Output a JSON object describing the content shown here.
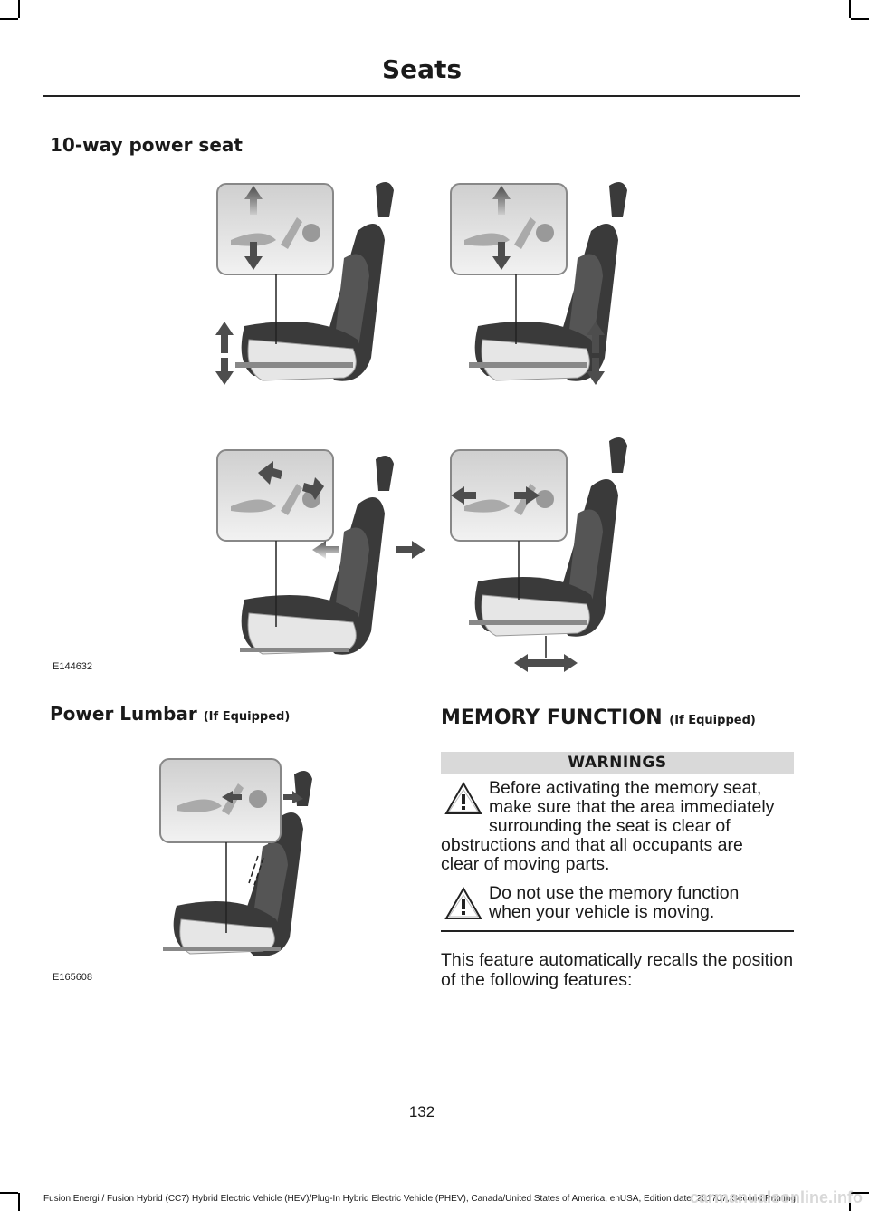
{
  "header": {
    "title": "Seats"
  },
  "section_power_seat": {
    "heading": "10-way power seat"
  },
  "figure_1": {
    "id": "E144632"
  },
  "section_lumbar": {
    "heading": "Power Lumbar",
    "qualifier": "(If Equipped)"
  },
  "figure_2": {
    "id": "E165608"
  },
  "section_memory": {
    "heading": "MEMORY FUNCTION",
    "qualifier": "(If Equipped)"
  },
  "warnings": {
    "label": "WARNINGS",
    "items": [
      {
        "lines": [
          "Before activating the memory seat,",
          "make sure that the area immediately",
          "surrounding the seat is clear of",
          "obstructions and that all occupants are",
          "clear of moving parts."
        ]
      },
      {
        "lines": [
          "Do not use the memory function",
          "when your vehicle is moving."
        ]
      }
    ]
  },
  "body": {
    "text": "This feature automatically recalls the position of the following features:"
  },
  "page_number": "132",
  "footer": {
    "text": "Fusion Energi / Fusion Hybrid (CC7) Hybrid Electric Vehicle (HEV)/Plug-In Hybrid Electric Vehicle (PHEV), Canada/United States of America, enUSA, Edition date: 201707, Second Printing"
  },
  "watermark": "carmanualsonline.info",
  "colors": {
    "seat_dark": "#3a3a3a",
    "seat_light": "#e6e6e6",
    "arrow": "#4d4d4d",
    "warning_bar": "#d9d9d9"
  }
}
